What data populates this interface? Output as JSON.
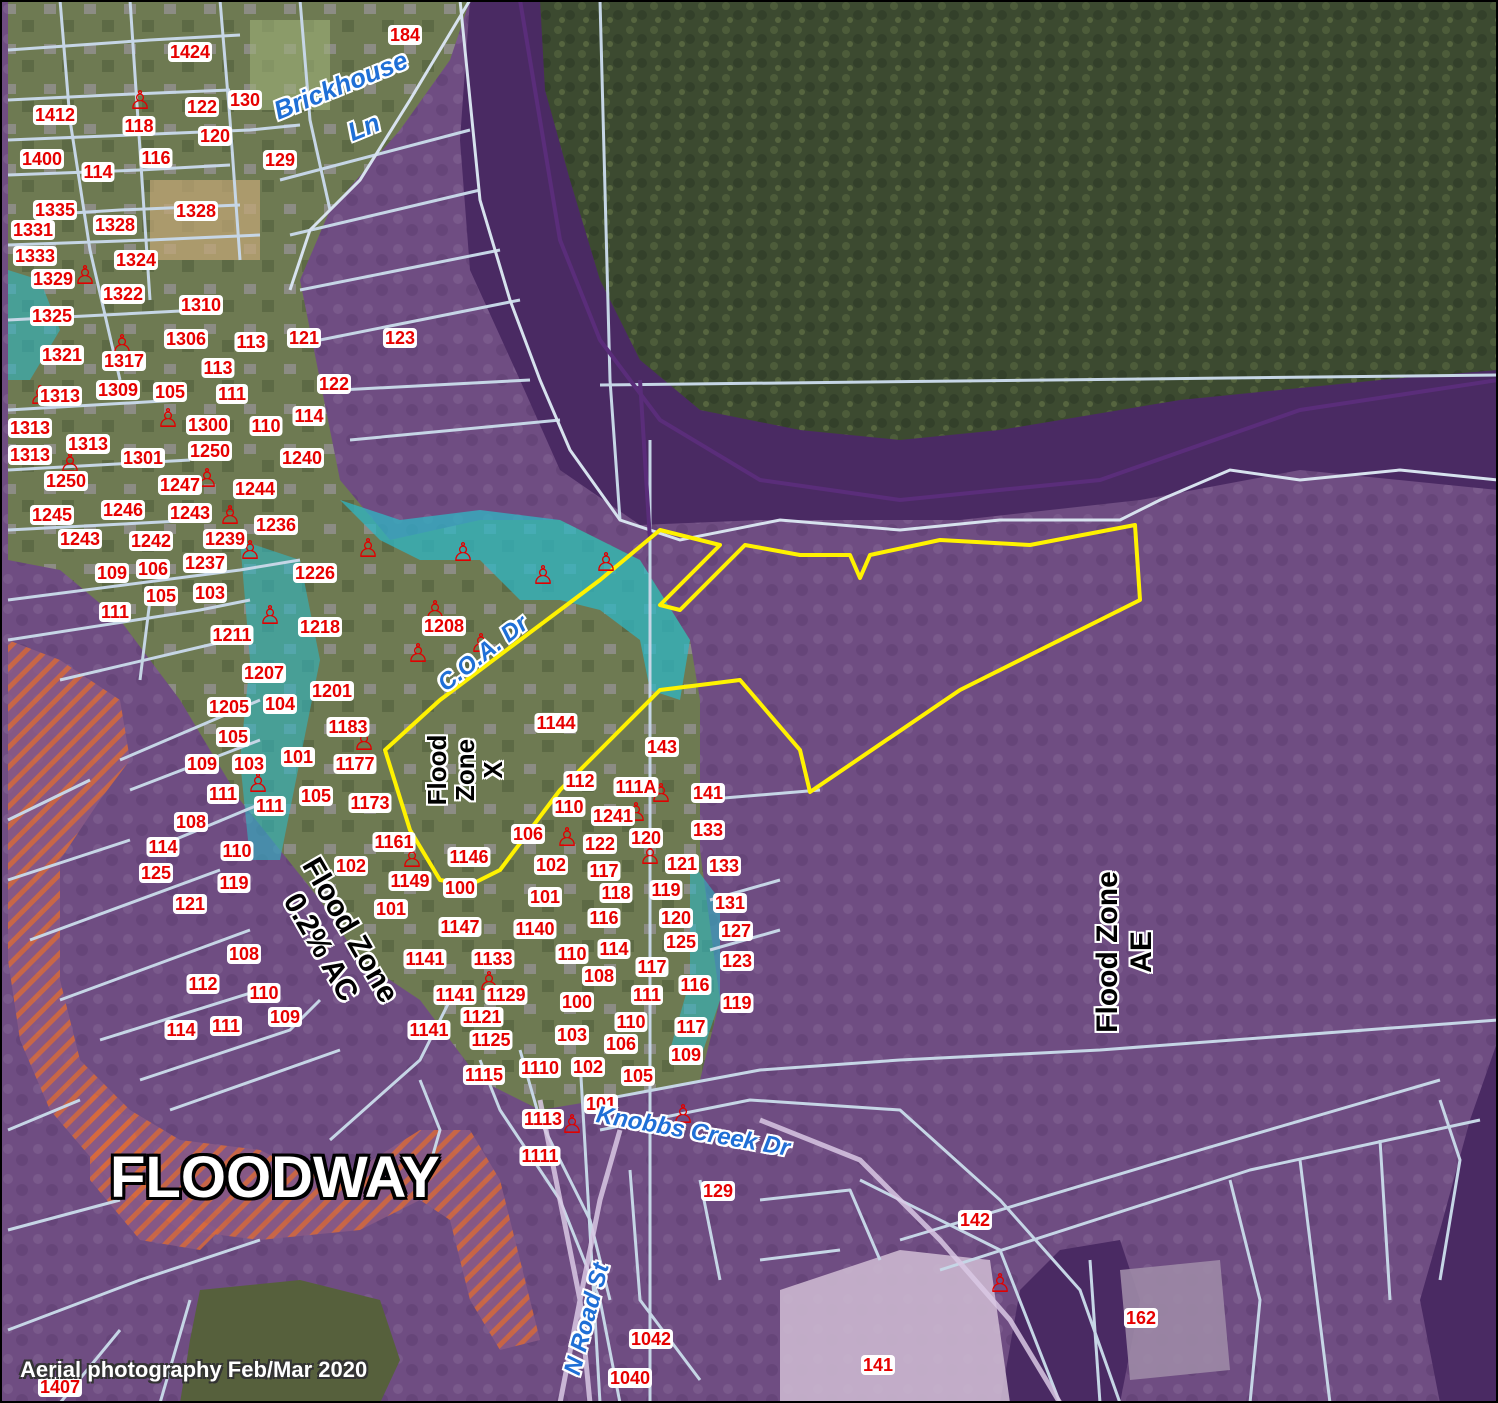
{
  "map": {
    "colors": {
      "flood_zone_ae": "#6f4d82",
      "flood_zone_x": "#6d7d4c",
      "shaded_x": "#2fb7c4",
      "river": "#4a2a63",
      "forest": "#3c4a30",
      "floodway_hatch": "#d86a3c",
      "parcel_line": "#c6d6e6",
      "property_outline": "#ffee00",
      "address_label": "#e60000",
      "street_label": "#1f6fd6"
    },
    "zone_labels": {
      "flood_zone_ae": "Flood Zone\nAE",
      "flood_zone_x": "Flood\nZone\nX",
      "flood_zone_02": "Flood Zone\n0.2% AC",
      "floodway": "FLOODWAY"
    },
    "streets": [
      "Brickhouse",
      "Ln",
      "C.O.A. Dr",
      "Knobbs Creek Dr",
      "N Road St"
    ],
    "credit": "Aerial photography Feb/Mar 2020",
    "hydrant_icon": "fire-hydrant-icon",
    "addresses": [
      "1424",
      "184",
      "1412",
      "118",
      "122",
      "130",
      "120",
      "1400",
      "114",
      "116",
      "129",
      "1335",
      "1331",
      "1328",
      "1328",
      "1333",
      "1324",
      "1329",
      "1322",
      "1310",
      "1325",
      "1306",
      "113",
      "121",
      "123",
      "1321",
      "1317",
      "113",
      "1313",
      "1309",
      "105",
      "111",
      "122",
      "1313",
      "1300",
      "110",
      "114",
      "1313",
      "1313",
      "1301",
      "1250",
      "1240",
      "1250",
      "1247",
      "1244",
      "1245",
      "1246",
      "1243",
      "1236",
      "1243",
      "1242",
      "1239",
      "109",
      "106",
      "1237",
      "1226",
      "105",
      "103",
      "111",
      "1211",
      "1218",
      "1208",
      "1207",
      "1205",
      "104",
      "1201",
      "1183",
      "1144",
      "105",
      "143",
      "109",
      "103",
      "101",
      "1177",
      "111",
      "111",
      "105",
      "1173",
      "112",
      "111A",
      "141",
      "110",
      "1241",
      "108",
      "106",
      "122",
      "120",
      "133",
      "114",
      "110",
      "1161",
      "1146",
      "102",
      "121",
      "133",
      "125",
      "102",
      "117",
      "119",
      "1149",
      "100",
      "118",
      "119",
      "121",
      "101",
      "101",
      "131",
      "116",
      "120",
      "1147",
      "1140",
      "127",
      "125",
      "108",
      "1141",
      "1133",
      "110",
      "114",
      "123",
      "117",
      "108",
      "116",
      "112",
      "110",
      "1141",
      "1129",
      "100",
      "111",
      "119",
      "109",
      "1121",
      "110",
      "117",
      "114",
      "111",
      "1141",
      "103",
      "106",
      "1125",
      "109",
      "1115",
      "1110",
      "102",
      "105",
      "101",
      "1113",
      "1111",
      "129",
      "142",
      "162",
      "1042",
      "141",
      "1040",
      "1407"
    ]
  }
}
